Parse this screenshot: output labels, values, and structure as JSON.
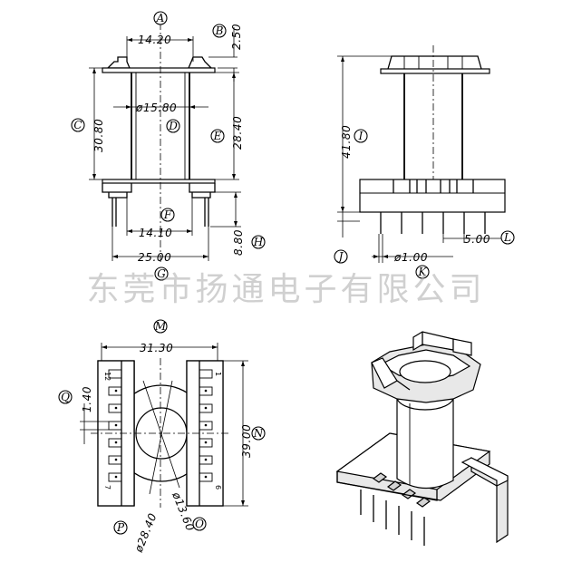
{
  "top_left_view": {
    "dim_a": "14.20",
    "dim_b": "2.50",
    "dim_c": "30.80",
    "dim_d": "ø15.80",
    "dim_e": "28.40",
    "dim_f": "14.10",
    "dim_g": "25.00",
    "dim_h": "8.80"
  },
  "top_right_view": {
    "dim_i": "41.80",
    "dim_k": "ø1.00",
    "dim_l": "5.00"
  },
  "bottom_left_view": {
    "dim_m": "31.30",
    "dim_n": "39.00",
    "dim_q": "1.40",
    "dim_p": "ø28.40",
    "dim_o": "ø13.60",
    "pin_first_left": "12",
    "pin_last_left": "7",
    "pin_first_right": "1",
    "pin_last_right": "6"
  },
  "labels": {
    "a": "A",
    "b": "B",
    "c": "C",
    "d": "D",
    "e": "E",
    "f": "F",
    "g": "G",
    "h": "H",
    "i": "I",
    "j": "J",
    "k": "K",
    "l": "L",
    "m": "M",
    "n": "N",
    "o": "O",
    "p": "P",
    "q": "Q"
  },
  "watermark": "东莞市扬通电子有限公司"
}
